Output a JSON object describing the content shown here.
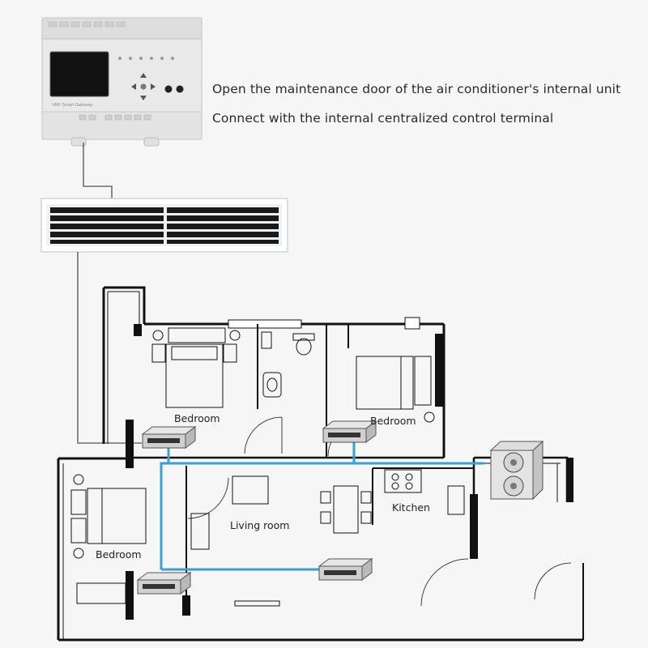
{
  "captions": {
    "line1": "Open the maintenance door of the air conditioner's internal unit",
    "line2": "Connect with the internal centralized control terminal"
  },
  "gateway": {
    "label": "VRF Smart Gateway"
  },
  "rooms": {
    "bedroom_top_left": "Bedroom",
    "bedroom_top_right": "Bedroom",
    "bedroom_left": "Bedroom",
    "living_room": "Living room",
    "kitchen": "Kitchen"
  },
  "colors": {
    "wire_blue": "#3a9fd6",
    "wall": "#111111",
    "cable": "#6e6e6e",
    "background": "#f6f6f6"
  }
}
